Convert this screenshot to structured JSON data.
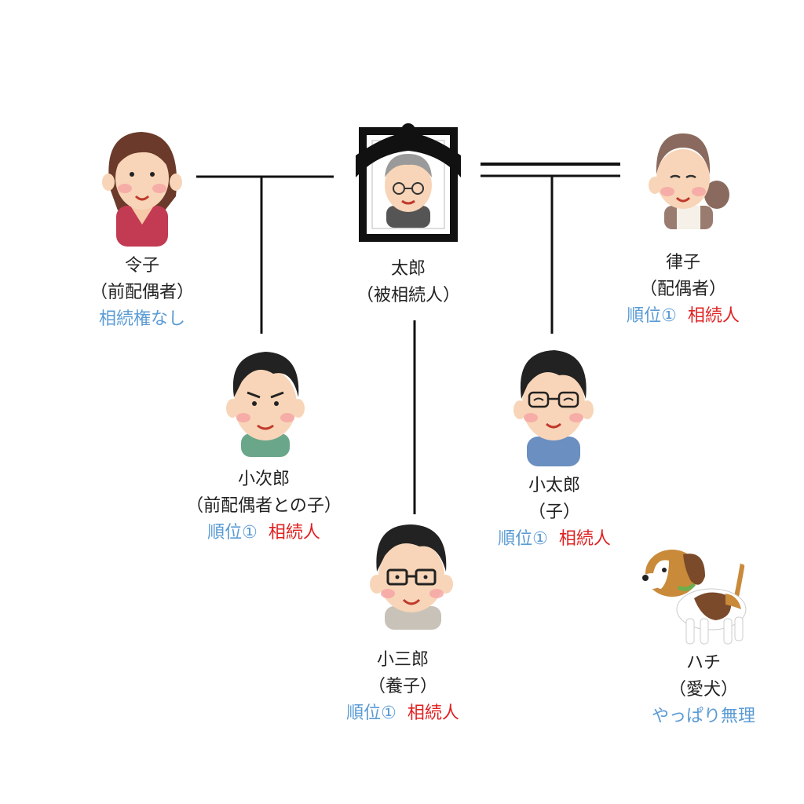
{
  "colors": {
    "line": "#111111",
    "rank_blue": "#5a9bd5",
    "heir_red": "#e02020",
    "text": "#222222"
  },
  "people": {
    "reiko": {
      "name": "令子",
      "role": "（前配偶者）",
      "status": "相続権なし"
    },
    "taro": {
      "name": "太郎",
      "role": "（被相続人）"
    },
    "ritsuko": {
      "name": "律子",
      "role": "（配偶者）",
      "rank": "順位①",
      "status": "相続人"
    },
    "kojiro": {
      "name": "小次郎",
      "role": "（前配偶者との子）",
      "rank": "順位①",
      "status": "相続人"
    },
    "kotaro": {
      "name": "小太郎",
      "role": "（子）",
      "rank": "順位①",
      "status": "相続人"
    },
    "kosaburo": {
      "name": "小三郎",
      "role": "（養子）",
      "rank": "順位①",
      "status": "相続人"
    },
    "hachi": {
      "name": "ハチ",
      "role": "（愛犬）",
      "status": "やっぱり無理"
    }
  }
}
